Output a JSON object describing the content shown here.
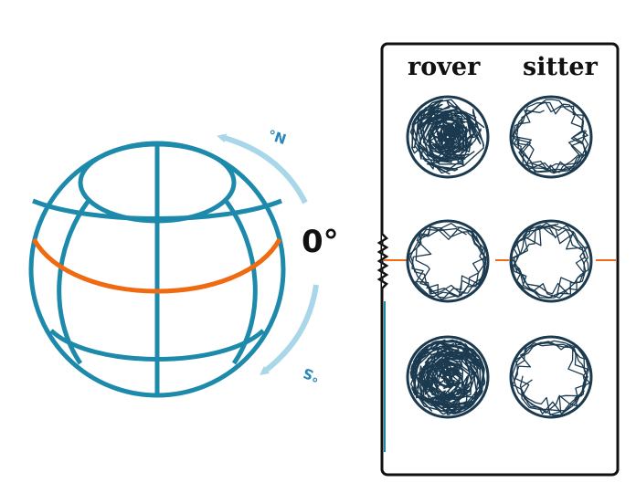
{
  "equator_label": "0°",
  "north_label": "°N",
  "south_label": "°S",
  "columns": [
    "rover",
    "sitter"
  ],
  "rows": 3,
  "colors": {
    "globe": "#1d8aac",
    "equator": "#f06a12",
    "arrow": "#a9d6e8",
    "trajectory": "#1b3a4f",
    "panel_border": "#111111"
  }
}
